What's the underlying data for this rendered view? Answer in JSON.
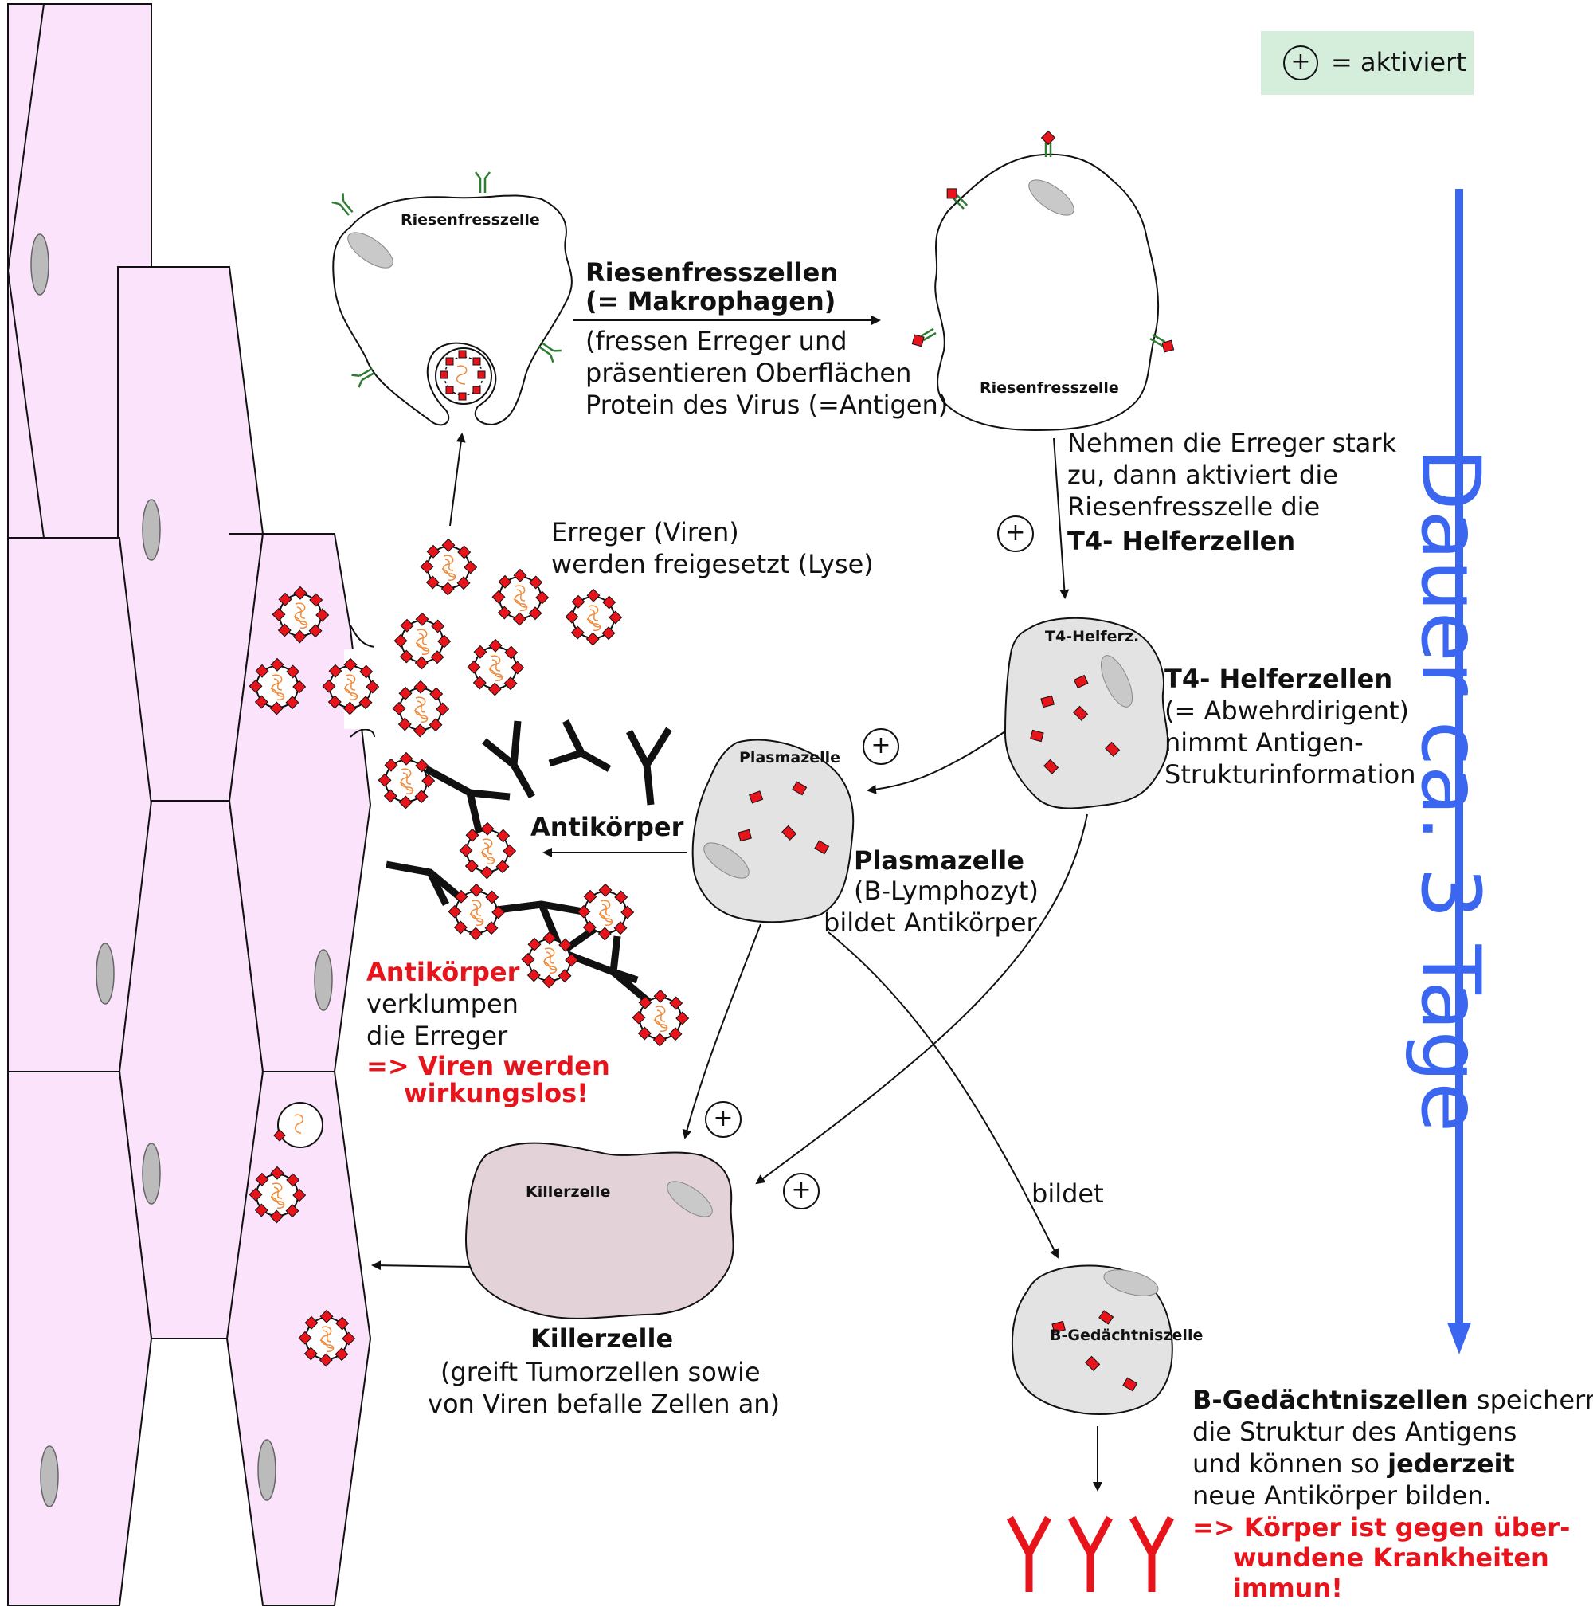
{
  "legend": {
    "symbol": "+",
    "label": "= aktiviert"
  },
  "duration": "Dauer ca. 3 Tage",
  "cells": {
    "macrophage_left": "Riesenfresszelle",
    "macrophage_right": "Riesenfresszelle",
    "t4": "T4-Helferz.",
    "plasma": "Plasmazelle",
    "killer": "Killerzelle",
    "memory": "B-Gedächtniszelle"
  },
  "macrophages": {
    "title1": "Riesenfresszellen",
    "title2": "(= Makrophagen)",
    "line1": "(fressen Erreger und",
    "line2": "präsentieren Oberflächen",
    "line3": "Protein des Virus (=Antigen)"
  },
  "viruses": {
    "line1": "Erreger (Viren)",
    "line2": "werden freigesetzt (Lyse)"
  },
  "activation": {
    "line1": "Nehmen die Erreger stark",
    "line2": "zu, dann aktiviert die",
    "line3": "Riesenfresszelle die",
    "line4": "T4- Helferzellen"
  },
  "t4_helper": {
    "title": "T4- Helferzellen",
    "line1": "(= Abwehrdirigent)",
    "line2": "nimmt Antigen-",
    "line3": "Strukturinformation"
  },
  "antibodies": {
    "label": "Antikörper"
  },
  "plasma_cell": {
    "title": "Plasmazelle",
    "line1": "(B-Lymphozyt)",
    "line2": "bildet Antikörper"
  },
  "clumping": {
    "line1": "Antikörper",
    "line2": "verklumpen",
    "line3": "die Erreger",
    "line4": "=> Viren werden",
    "line5": "wirkungslos!"
  },
  "killer_cell": {
    "title": "Killerzelle",
    "line1": "(greift Tumorzellen sowie",
    "line2": "von Viren befalle Zellen an)"
  },
  "forms": "bildet",
  "memory_cell": {
    "title": "B-Gedächtniszellen",
    "title_rest": " speichern",
    "line2": "die Struktur des Antigens",
    "line3a": "und können so ",
    "line3b": "jederzeit",
    "line4": "neue Antikörper bilden.",
    "line5": "=> Körper ist gegen über-",
    "line6": "wundene Krankheiten",
    "line7": "immun!"
  },
  "colors": {
    "tissue": "#fbe3fb",
    "nucleus": "#bbbbbb",
    "cell_grey": "#e3e3e3",
    "killer": "#e3d2d8",
    "antigen": "#e8141c",
    "virus_rna": "#ef8a3a",
    "receptor": "#2e7d32",
    "duration_arrow": "#3b66f0",
    "legend_bg": "#d5eedb"
  }
}
